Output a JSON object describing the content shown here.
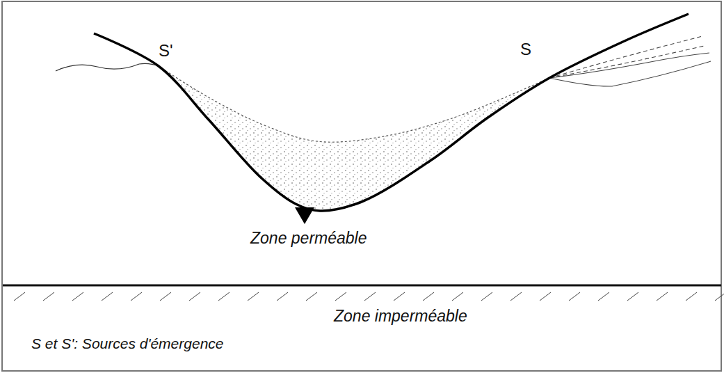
{
  "diagram": {
    "labels": [
      "S'",
      "S",
      "Zone perméable",
      "Zone imperméable",
      "S et S': Sources d'émergence"
    ]
  }
}
